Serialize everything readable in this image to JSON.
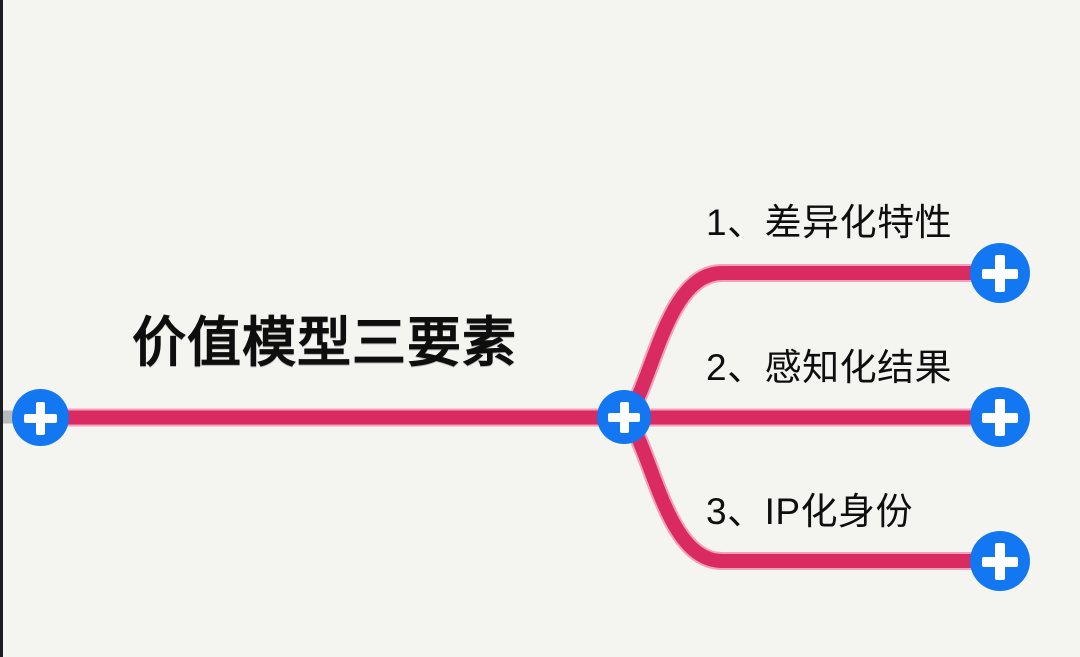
{
  "diagram": {
    "type": "mind-map",
    "title": "价值模型三要素",
    "background_color": "#f4f5f1",
    "branch_color": "#d92b62",
    "branch_outline_color": "#f3a0bd",
    "node_color": "#1277f0",
    "node_glyph_color": "#ffffff",
    "root_stub_color": "#b9b9b9",
    "text_color": "#0e0e0e"
  },
  "root": {
    "label": "价值模型三要素",
    "node_icon": "plus-icon"
  },
  "hub": {
    "node_icon": "plus-icon"
  },
  "branches": [
    {
      "index": "1",
      "label": "1、差异化特性",
      "node_icon": "plus-icon"
    },
    {
      "index": "2",
      "label": "2、感知化结果",
      "node_icon": "plus-icon"
    },
    {
      "index": "3",
      "label": "3、IP化身份",
      "node_icon": "plus-icon"
    }
  ]
}
